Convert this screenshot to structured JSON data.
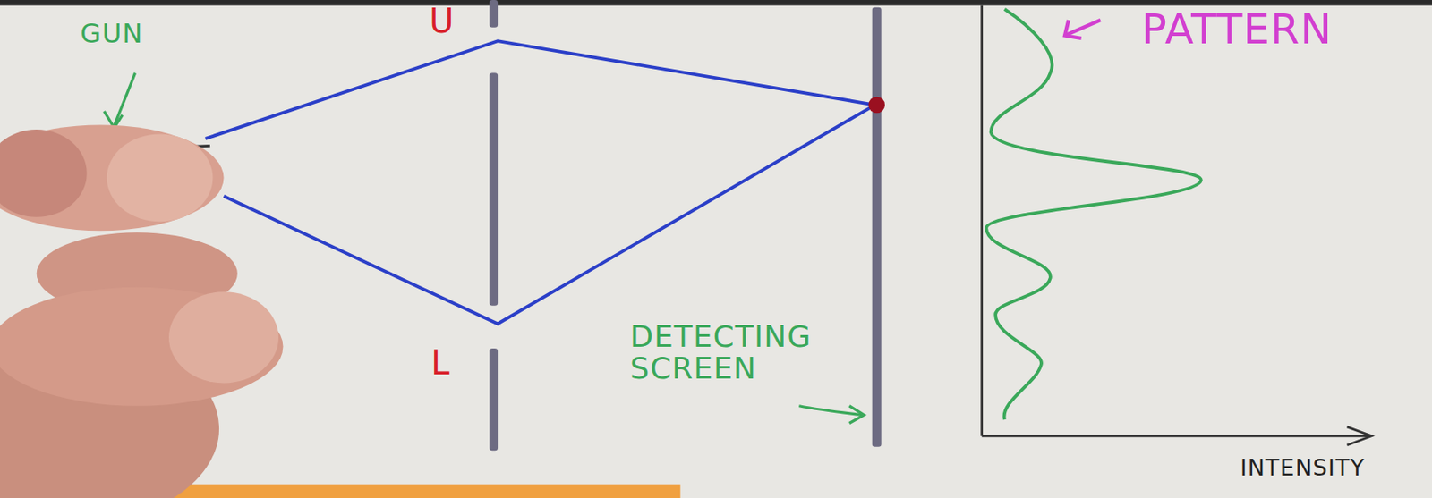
{
  "diagram": {
    "labels": [
      "GUN",
      "U",
      "L",
      "DETECTING SCREEN",
      "PATTERN",
      "INTENSITY"
    ]
  }
}
